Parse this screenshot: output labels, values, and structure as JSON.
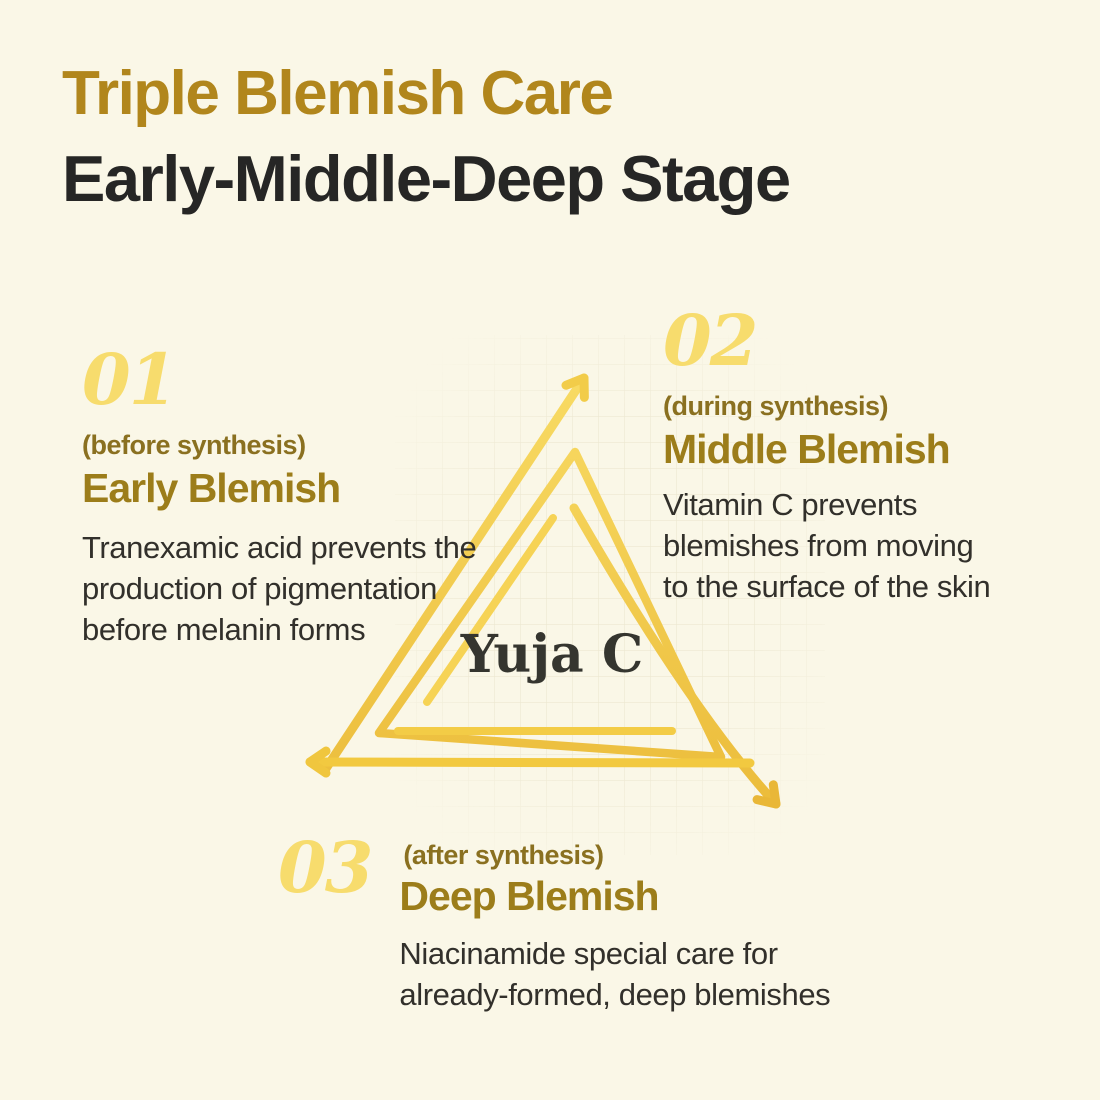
{
  "title": {
    "line1": "Triple Blemish Care",
    "line2": "Early-Middle-Deep Stage"
  },
  "sections": [
    {
      "number": "01",
      "phase": "(before synthesis)",
      "heading": "Early Blemish",
      "body_lines": [
        "Tranexamic acid prevents the",
        "production of pigmentation",
        "before melanin forms"
      ]
    },
    {
      "number": "02",
      "phase": "(during synthesis)",
      "heading": "Middle Blemish",
      "body_lines": [
        "Vitamin C prevents",
        "blemishes from moving",
        "to the surface of the skin"
      ]
    },
    {
      "number": "03",
      "phase": "(after synthesis)",
      "heading": "Deep Blemish",
      "body_lines": [
        "Niacinamide special care for",
        "already-formed, deep blemishes"
      ]
    }
  ],
  "diagram": {
    "type": "triangle-cycle",
    "center_label": "Yuja C",
    "arrows": [
      "up-right",
      "down-right",
      "left"
    ]
  },
  "palette": {
    "background": "#FAF7E7",
    "title_gold": "#B1861C",
    "title_dark": "#262625",
    "number_yellow": "#F7DC6D",
    "phase_olive": "#8A7020",
    "heading_gold": "#9C7D1A",
    "body_text": "#32302B",
    "arrow_yellow_light": "#F8DB64",
    "arrow_yellow_deep": "#E9B737",
    "grid_line": "#E2DBC0",
    "center_text": "#35352F"
  }
}
